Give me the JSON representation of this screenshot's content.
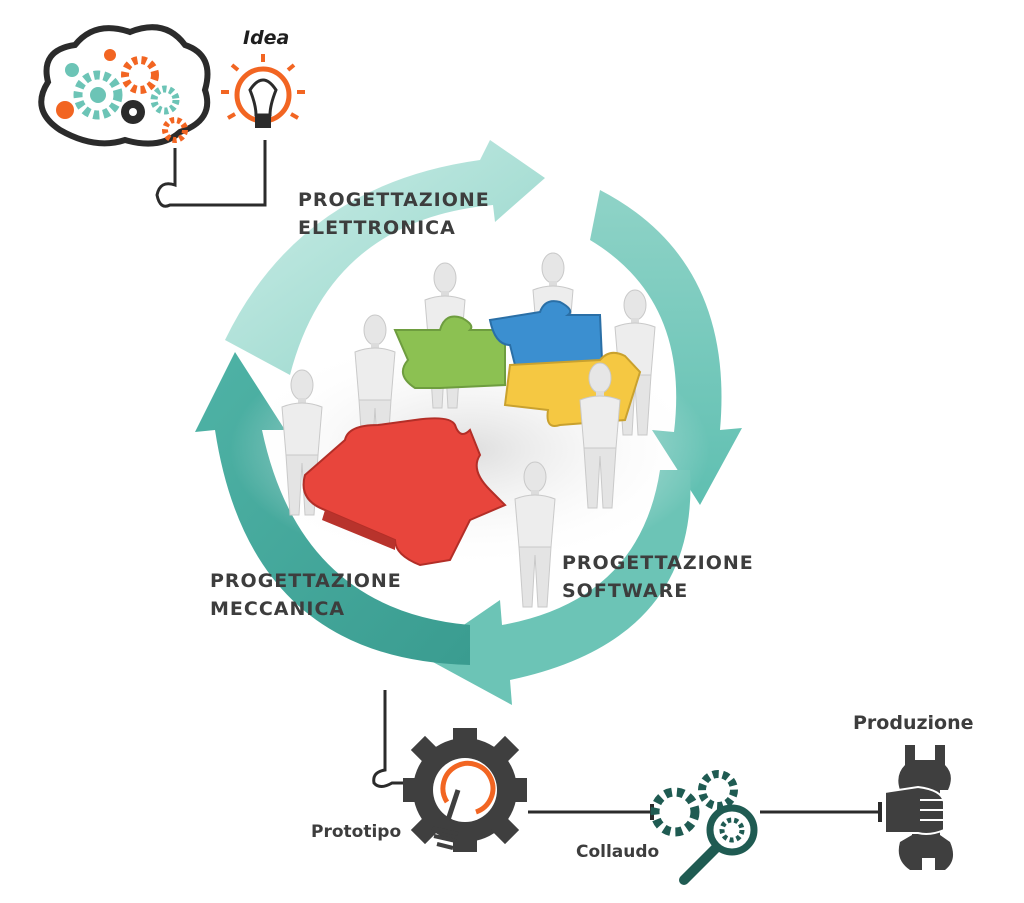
{
  "idea": {
    "label": "Idea"
  },
  "cycle": {
    "electronics": {
      "line1": "PROGETTAZIONE",
      "line2": "ELETTRONICA"
    },
    "software": {
      "line1": "PROGETTAZIONE",
      "line2": "SOFTWARE"
    },
    "mechanics": {
      "line1": "PROGETTAZIONE",
      "line2": "MECCANICA"
    }
  },
  "steps": {
    "prototype": "Prototipo",
    "testing": "Collaudo",
    "production": "Produzione"
  },
  "colors": {
    "teal_light": "#a8dcd3",
    "teal": "#6cc4b6",
    "teal_dark": "#3fa296",
    "dark_green": "#1f5b52",
    "orange": "#f26522",
    "charcoal": "#3f3f3f",
    "puzzle_red": "#e8453c",
    "puzzle_green": "#8cc152",
    "puzzle_blue": "#3b8fd0",
    "puzzle_yellow": "#f5c842"
  },
  "icons": [
    "brain-gears-icon",
    "lightbulb-icon",
    "gear-lightbulb-icon",
    "gears-magnifier-icon",
    "wrench-hand-icon"
  ]
}
